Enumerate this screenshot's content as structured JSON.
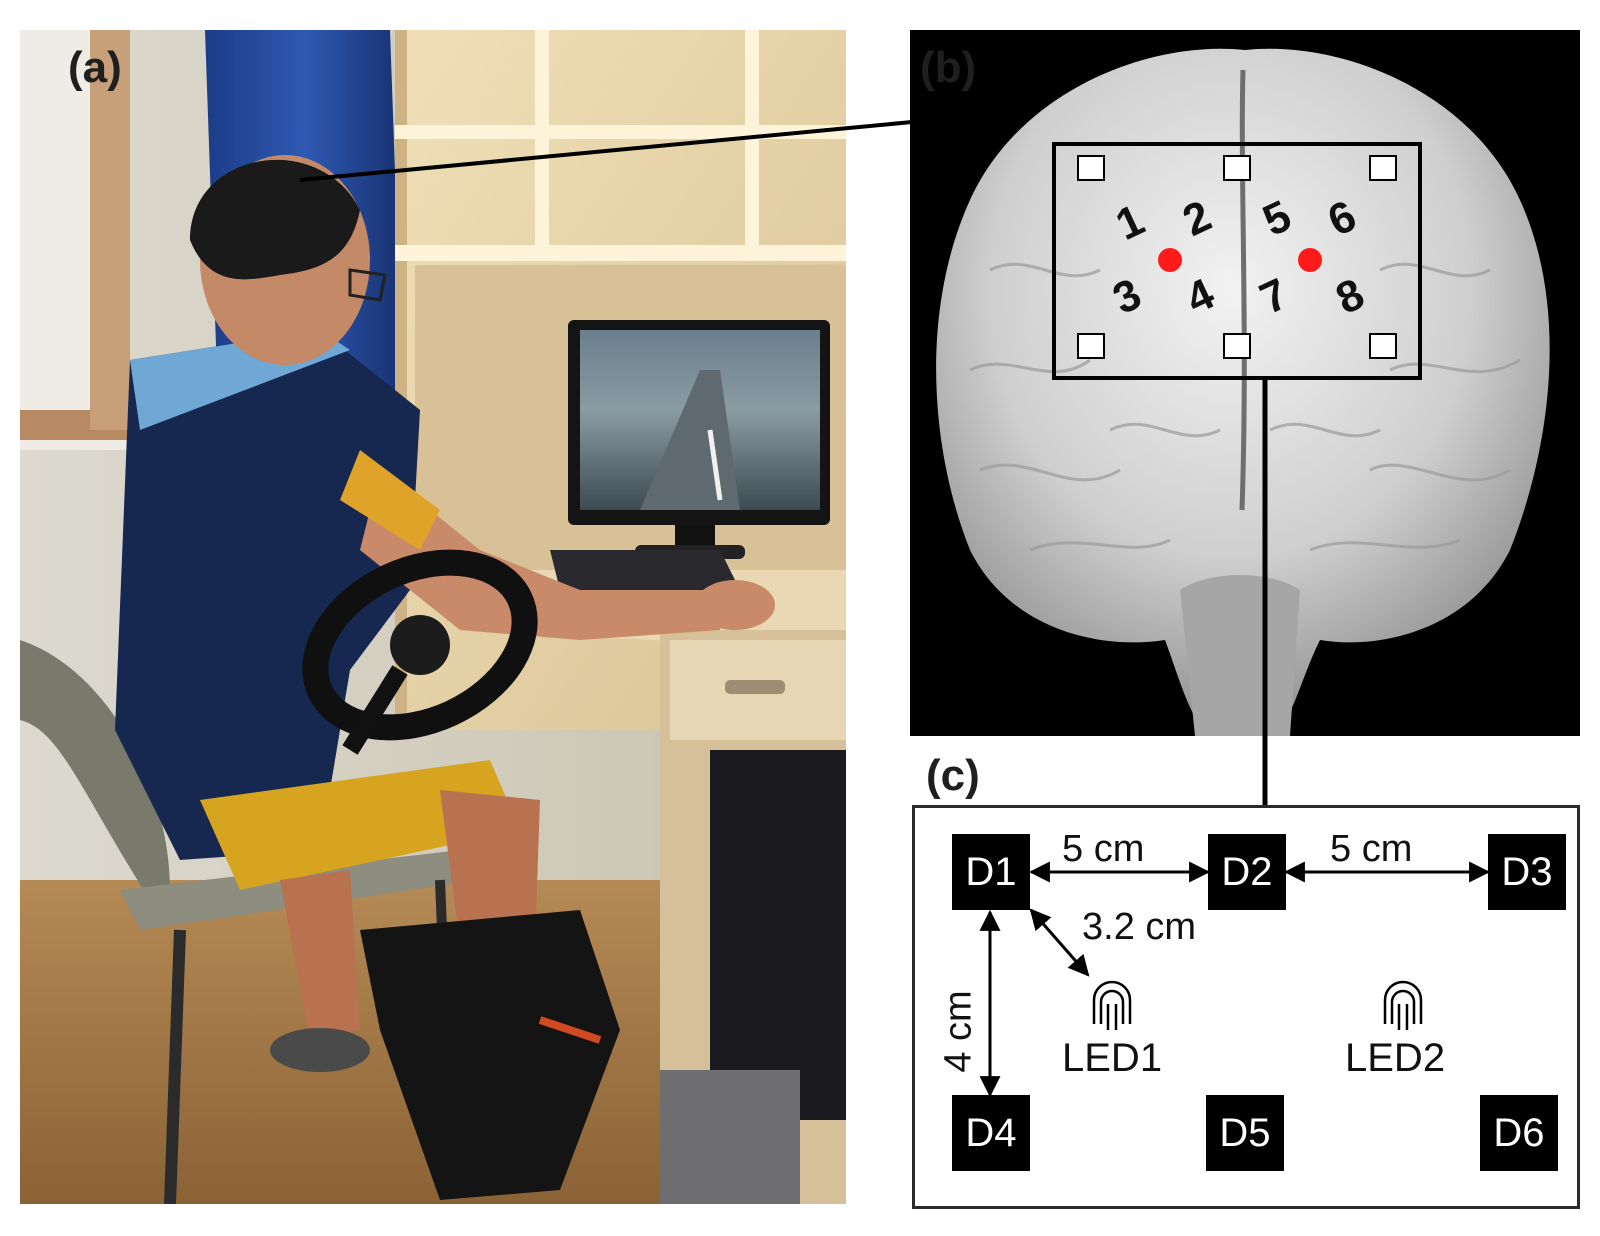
{
  "panels": {
    "a": {
      "label": "(a)"
    },
    "b": {
      "label": "(b)"
    },
    "c": {
      "label": "(c)"
    }
  },
  "brain": {
    "channels": [
      "1",
      "2",
      "3",
      "4",
      "5",
      "6",
      "7",
      "8"
    ]
  },
  "layout": {
    "detectors": [
      "D1",
      "D2",
      "D3",
      "D4",
      "D5",
      "D6"
    ],
    "leds": [
      "LED1",
      "LED2"
    ],
    "distances": {
      "d1_d2": "5 cm",
      "d2_d3": "5 cm",
      "d1_led1": "3.2 cm",
      "d1_d4": "4 cm"
    }
  },
  "colors": {
    "source_marker": "#ff1a1a",
    "panel_background": "#000000",
    "detector_fill": "#000000"
  }
}
